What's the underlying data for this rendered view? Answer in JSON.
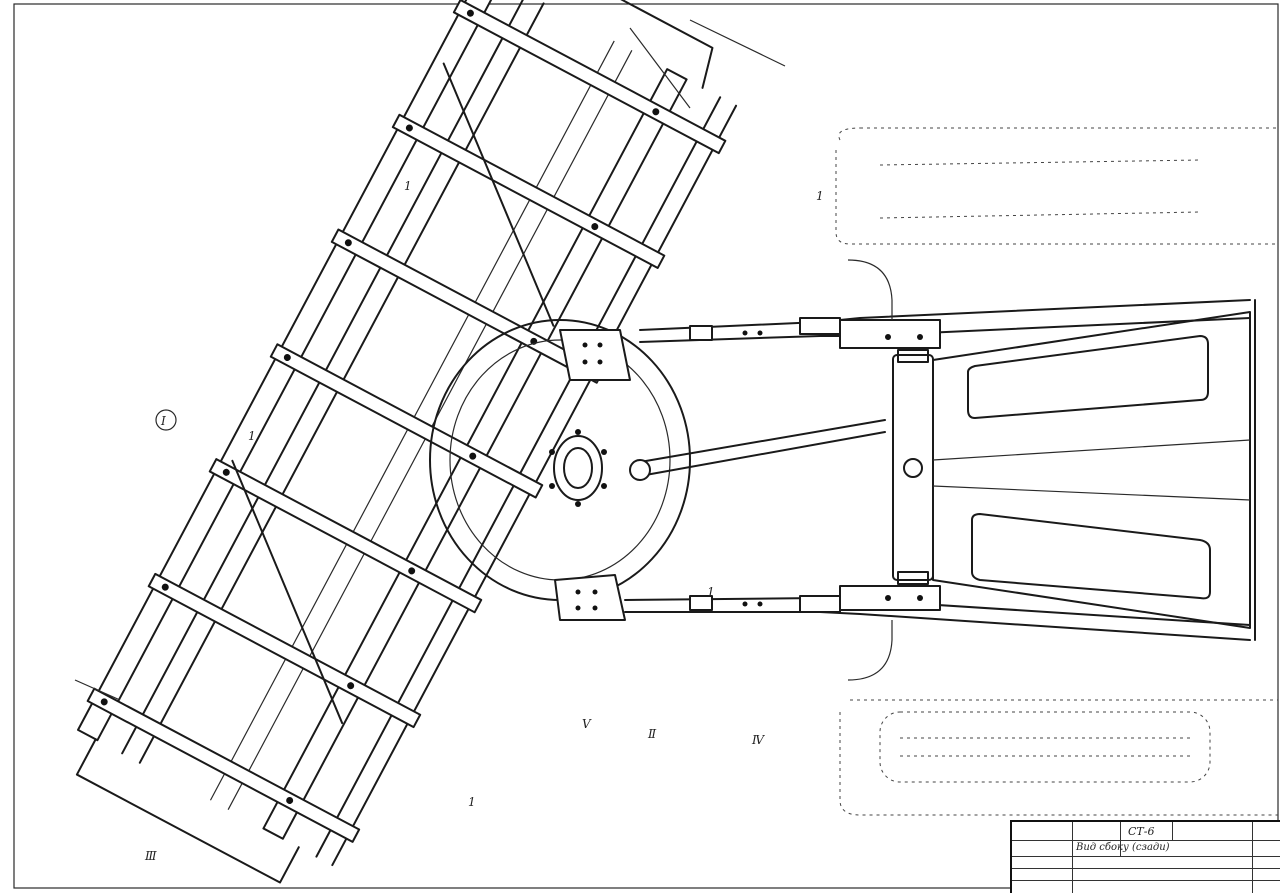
{
  "drawing": {
    "dimension_marks": [
      "1",
      "1",
      "1",
      "1",
      "1"
    ],
    "views": [
      "Ⅰ",
      "Ⅱ",
      "Ⅲ",
      "Ⅳ",
      "Ⅴ"
    ]
  },
  "title_block": {
    "code": "СТ-6",
    "sheet_title": "Вид сбоку (сзади)"
  }
}
